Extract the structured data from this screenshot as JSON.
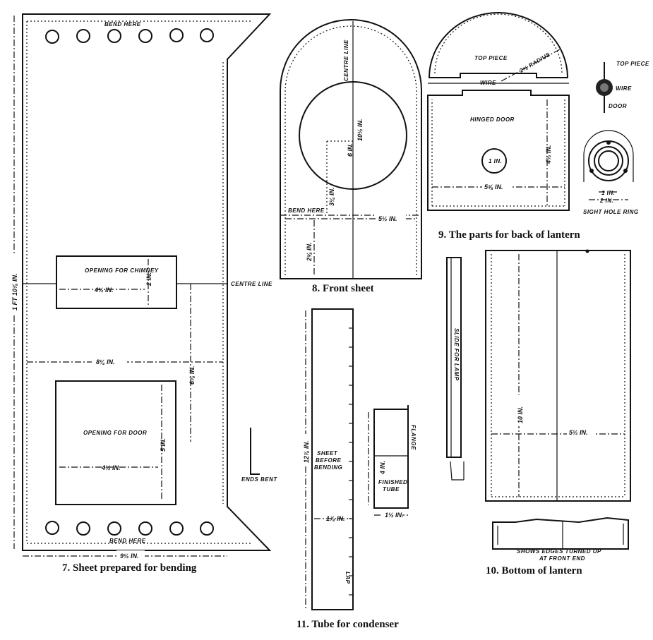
{
  "figures": {
    "fig7": {
      "caption": "7. Sheet prepared for bending",
      "bend_top": "BEND HERE",
      "bend_bottom": "BEND HERE",
      "chimney_label": "OPENING FOR CHIMNEY",
      "chimney_width": "4½ IN.",
      "chimney_height": "2 IN.",
      "centre_line": "CENTRE LINE",
      "sheet_width_mid": "8¼ IN.",
      "spacing": "6⅞ IN.",
      "door_label": "OPENING FOR DOOR",
      "door_width": "4½ IN.",
      "door_height": "5 IN.",
      "sheet_height": "1 FT 10⅞ IN.",
      "sheet_width": "9½ IN.",
      "ends_bent": "ENDS BENT"
    },
    "fig8": {
      "caption": "8. Front sheet",
      "centre_line": "CENTRE LINE",
      "bend_here": "BEND HERE",
      "width": "5½ IN.",
      "dim_a": "6 IN.",
      "dim_b": "10½ IN.",
      "dim_c": "3¼ IN.",
      "dim_d": "2⅝ IN."
    },
    "fig9": {
      "caption": "9. The parts for back of lantern",
      "top_piece": "TOP PIECE",
      "radius": "2⅝ RADIUS",
      "wire": "WIRE",
      "hinged_door": "HINGED DOOR",
      "hole": "1 IN.",
      "width": "5⅝ IN.",
      "height": "4½ IN.",
      "detail_top": "TOP PIECE",
      "detail_wire": "WIRE",
      "detail_door": "DOOR",
      "ring_inner": "1 IN.",
      "ring_outer": "2 IN.",
      "sight_hole": "SIGHT HOLE RING"
    },
    "fig10": {
      "caption": "10. Bottom of lantern",
      "slide": "SLIDE FOR LAMP",
      "length": "10 IN.",
      "width": "5½ IN.",
      "edges_note_1": "SHOWS EDGES TURNED UP",
      "edges_note_2": "AT FRONT END"
    },
    "fig11": {
      "caption": "11. Tube for condenser",
      "length": "12⅞ IN.",
      "sheet_label_1": "SHEET",
      "sheet_label_2": "BEFORE",
      "sheet_label_3": "BENDING",
      "width": "1⅞ IN.",
      "flange": "FLANGE",
      "tube_height": "4 IN.",
      "finished_1": "FINISHED",
      "finished_2": "TUBE",
      "tube_width": "1½ IN.",
      "lap": "LAP"
    }
  }
}
